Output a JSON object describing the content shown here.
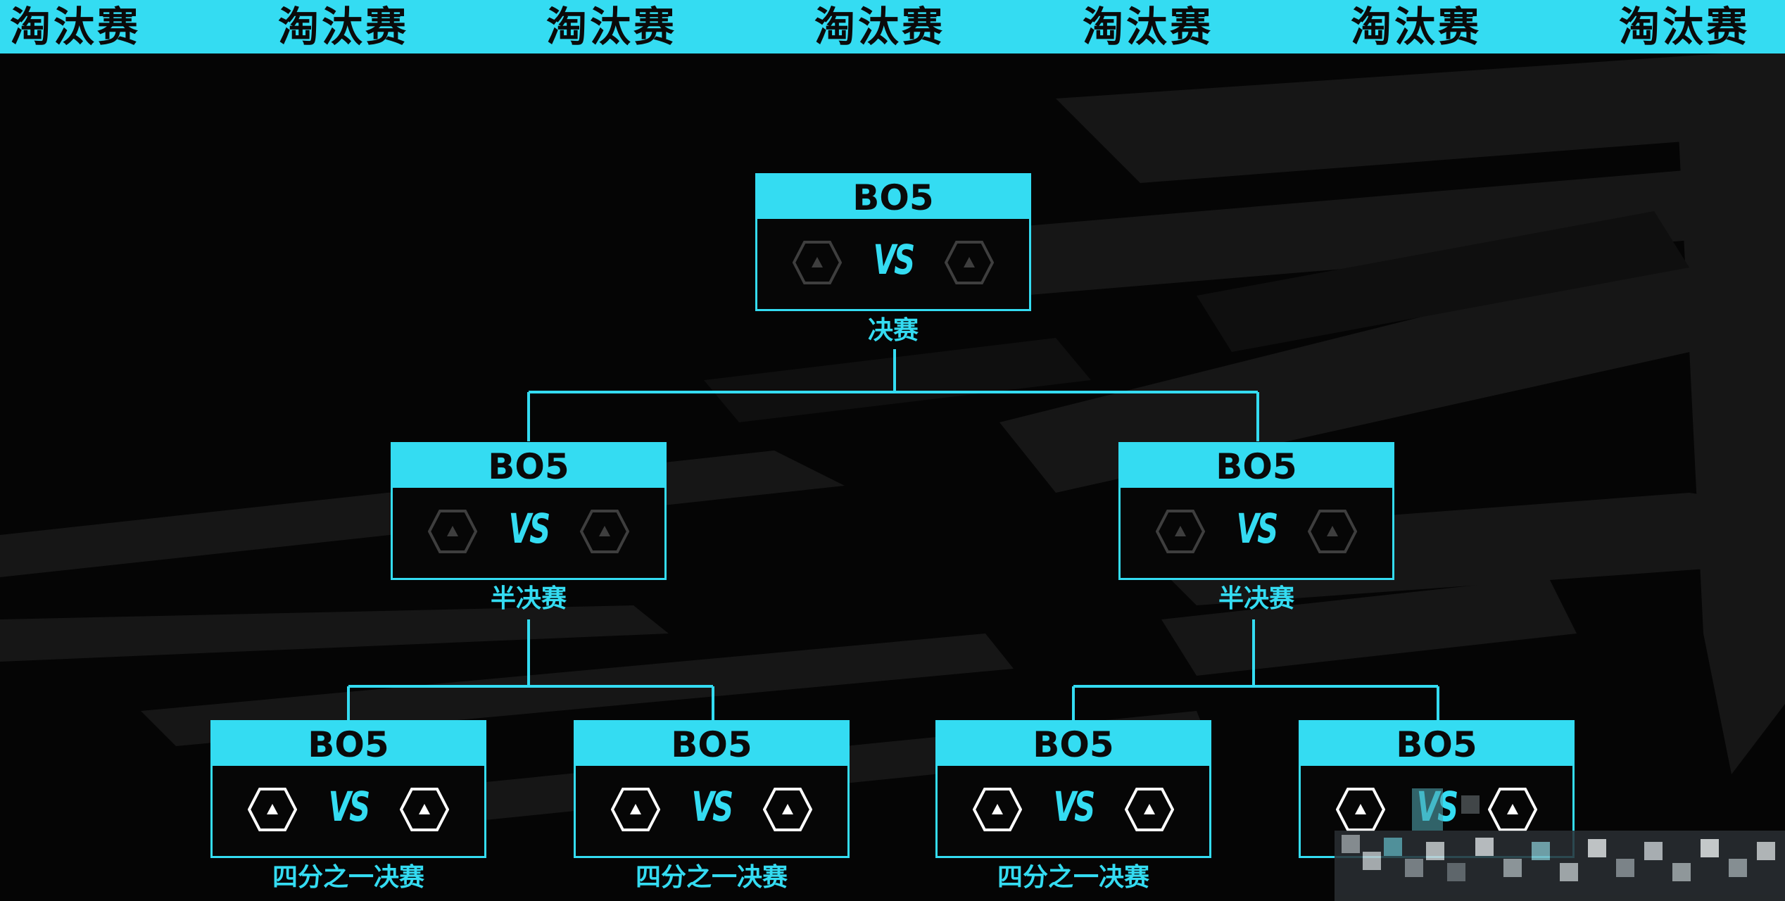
{
  "banner": {
    "items": [
      "淘汰赛",
      "淘汰赛",
      "淘汰赛",
      "淘汰赛",
      "淘汰赛",
      "淘汰赛",
      "淘汰赛"
    ]
  },
  "colors": {
    "accent": "#34dcf2",
    "background": "#050505",
    "text_dark": "#0a0a0a"
  },
  "bracket": {
    "final": {
      "format": "BO5",
      "vs": "VS",
      "label": "决赛"
    },
    "semis": [
      {
        "format": "BO5",
        "vs": "VS",
        "label": "半决赛"
      },
      {
        "format": "BO5",
        "vs": "VS",
        "label": "半决赛"
      }
    ],
    "quarters": [
      {
        "format": "BO5",
        "vs": "VS",
        "label": "四分之一决赛"
      },
      {
        "format": "BO5",
        "vs": "VS",
        "label": "四分之一决赛"
      },
      {
        "format": "BO5",
        "vs": "VS",
        "label": "四分之一决赛"
      },
      {
        "format": "BO5",
        "vs": "VS",
        "label": ""
      }
    ]
  },
  "icons": {
    "team_slot": "hexagon-triangle-icon"
  }
}
